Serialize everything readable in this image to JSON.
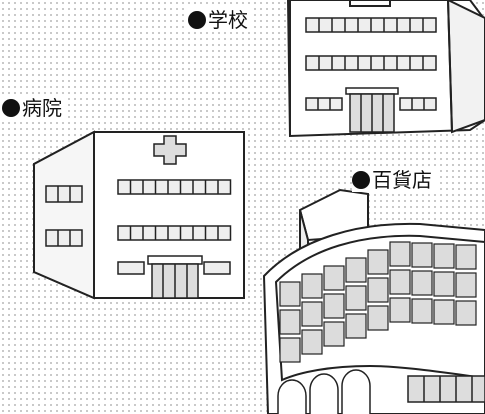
{
  "labels": {
    "school": "学校",
    "hospital": "病院",
    "department_store": "百貨店"
  },
  "icons": {
    "label_marker": "black-circle-bullet",
    "hospital_sign": "cross-icon"
  },
  "colors": {
    "background": "#ffffff",
    "screentone_dot": "#b8b8b8",
    "line": "#222222",
    "glass": "#dcdcdc"
  }
}
